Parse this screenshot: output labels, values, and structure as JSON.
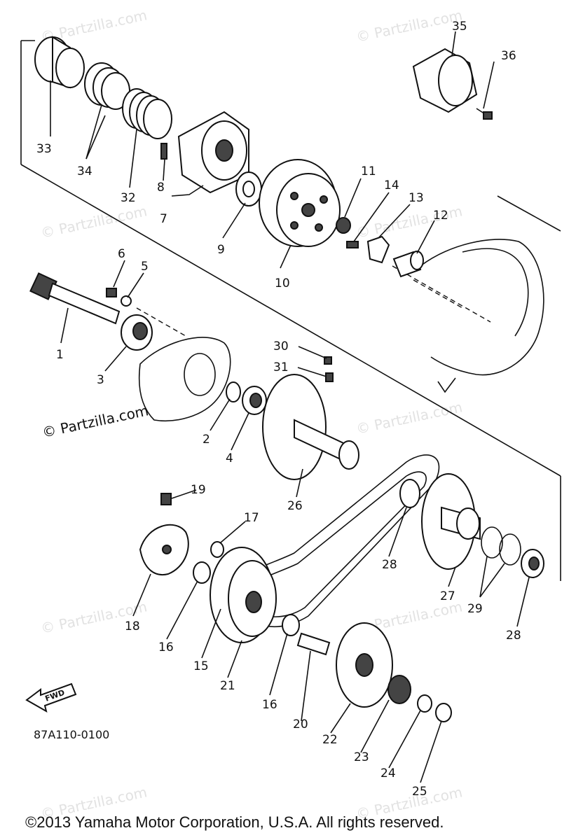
{
  "diagram": {
    "part_code": "87A110-0100",
    "direction_label": "FWD",
    "copyright": "©2013 Yamaha Motor Corporation, U.S.A. All rights reserved.",
    "watermark": "© Partzilla.com",
    "labels": {
      "p1": "1",
      "p2": "2",
      "p3": "3",
      "p4": "4",
      "p5": "5",
      "p6": "6",
      "p7": "7",
      "p8": "8",
      "p9": "9",
      "p10": "10",
      "p11": "11",
      "p12": "12",
      "p13": "13",
      "p14": "14",
      "p15": "15",
      "p16a": "16",
      "p16b": "16",
      "p17": "17",
      "p18": "18",
      "p19": "19",
      "p20": "20",
      "p21": "21",
      "p22": "22",
      "p23": "23",
      "p24": "24",
      "p25": "25",
      "p26": "26",
      "p27": "27",
      "p28a": "28",
      "p28b": "28",
      "p29": "29",
      "p30": "30",
      "p31": "31",
      "p32": "32",
      "p33": "33",
      "p34": "34",
      "p35": "35",
      "p36": "36"
    }
  }
}
